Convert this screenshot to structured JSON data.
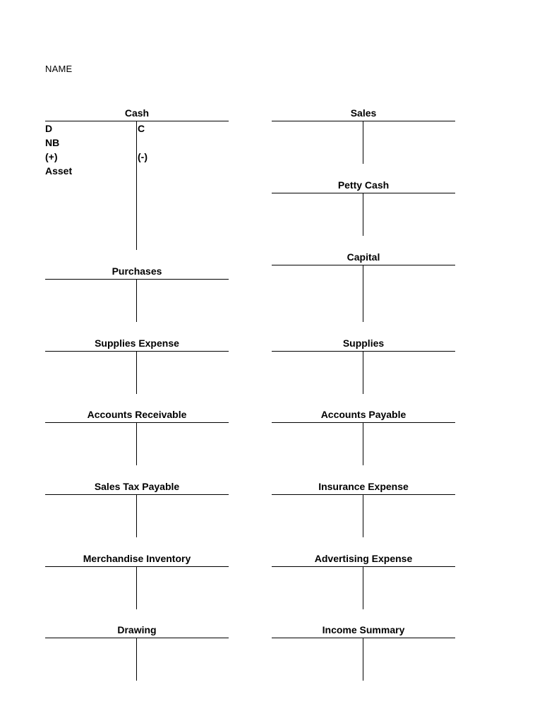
{
  "header": {
    "name_label": "NAME"
  },
  "accounts": {
    "cash": {
      "title": "Cash",
      "debit_label": "D",
      "normal_balance_label": "NB",
      "increase_label": "(+)",
      "account_type": "Asset",
      "credit_label": "C",
      "decrease_label": "(-)"
    },
    "sales": {
      "title": "Sales"
    },
    "petty_cash": {
      "title": "Petty Cash"
    },
    "capital": {
      "title": "Capital"
    },
    "purchases": {
      "title": "Purchases"
    },
    "supplies_expense": {
      "title": "Supplies Expense"
    },
    "supplies": {
      "title": "Supplies"
    },
    "accounts_receivable": {
      "title": "Accounts Receivable"
    },
    "accounts_payable": {
      "title": "Accounts Payable"
    },
    "sales_tax_payable": {
      "title": "Sales Tax Payable"
    },
    "insurance_expense": {
      "title": "Insurance Expense"
    },
    "merchandise_inventory": {
      "title": "Merchandise Inventory"
    },
    "advertising_expense": {
      "title": "Advertising Expense"
    },
    "drawing": {
      "title": "Drawing"
    },
    "income_summary": {
      "title": "Income Summary"
    }
  }
}
